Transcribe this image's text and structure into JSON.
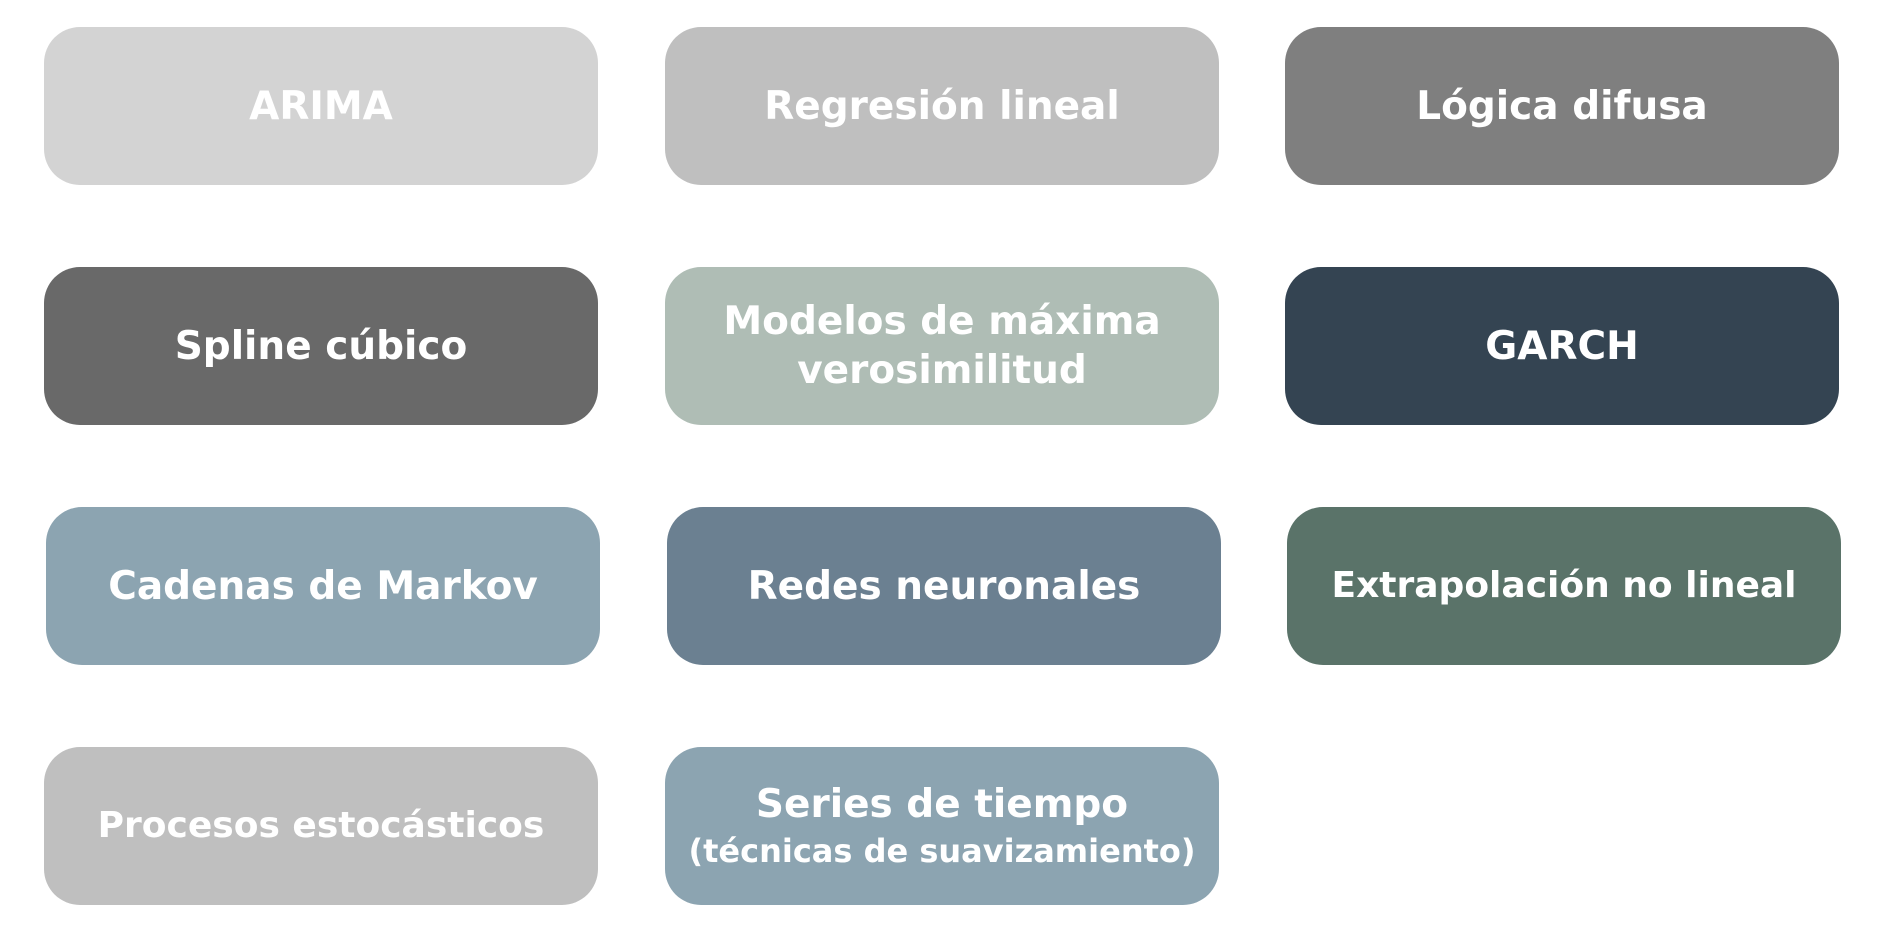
{
  "boxes": [
    {
      "id": "arima",
      "lines": [
        "ARIMA"
      ],
      "color": "#d3d3d3"
    },
    {
      "id": "regresion-lineal",
      "lines": [
        "Regresión lineal"
      ],
      "color": "#bfbfbf"
    },
    {
      "id": "logica-difusa",
      "lines": [
        "Lógica difusa"
      ],
      "color": "#7f7f7f"
    },
    {
      "id": "spline-cubico",
      "lines": [
        "Spline cúbico"
      ],
      "color": "#696969"
    },
    {
      "id": "modelos-maxima-verosimilitud",
      "lines": [
        "Modelos de máxima",
        "verosimilitud"
      ],
      "color": "#afbdb5"
    },
    {
      "id": "garch",
      "lines": [
        "GARCH"
      ],
      "color": "#344452"
    },
    {
      "id": "cadenas-markov",
      "lines": [
        "Cadenas de Markov"
      ],
      "color": "#8ca4b1"
    },
    {
      "id": "redes-neuronales",
      "lines": [
        "Redes neuronales"
      ],
      "color": "#6b8091"
    },
    {
      "id": "extrapolacion-no-lineal",
      "lines": [
        "Extrapolación no lineal"
      ],
      "color": "#5a7369"
    },
    {
      "id": "procesos-estocasticos",
      "lines": [
        "Procesos estocásticos"
      ],
      "color": "#bfbfbf"
    },
    {
      "id": "series-de-tiempo",
      "lines": [
        "Series de tiempo",
        "(técnicas de suavizamiento)"
      ],
      "color": "#8ca4b1"
    }
  ]
}
